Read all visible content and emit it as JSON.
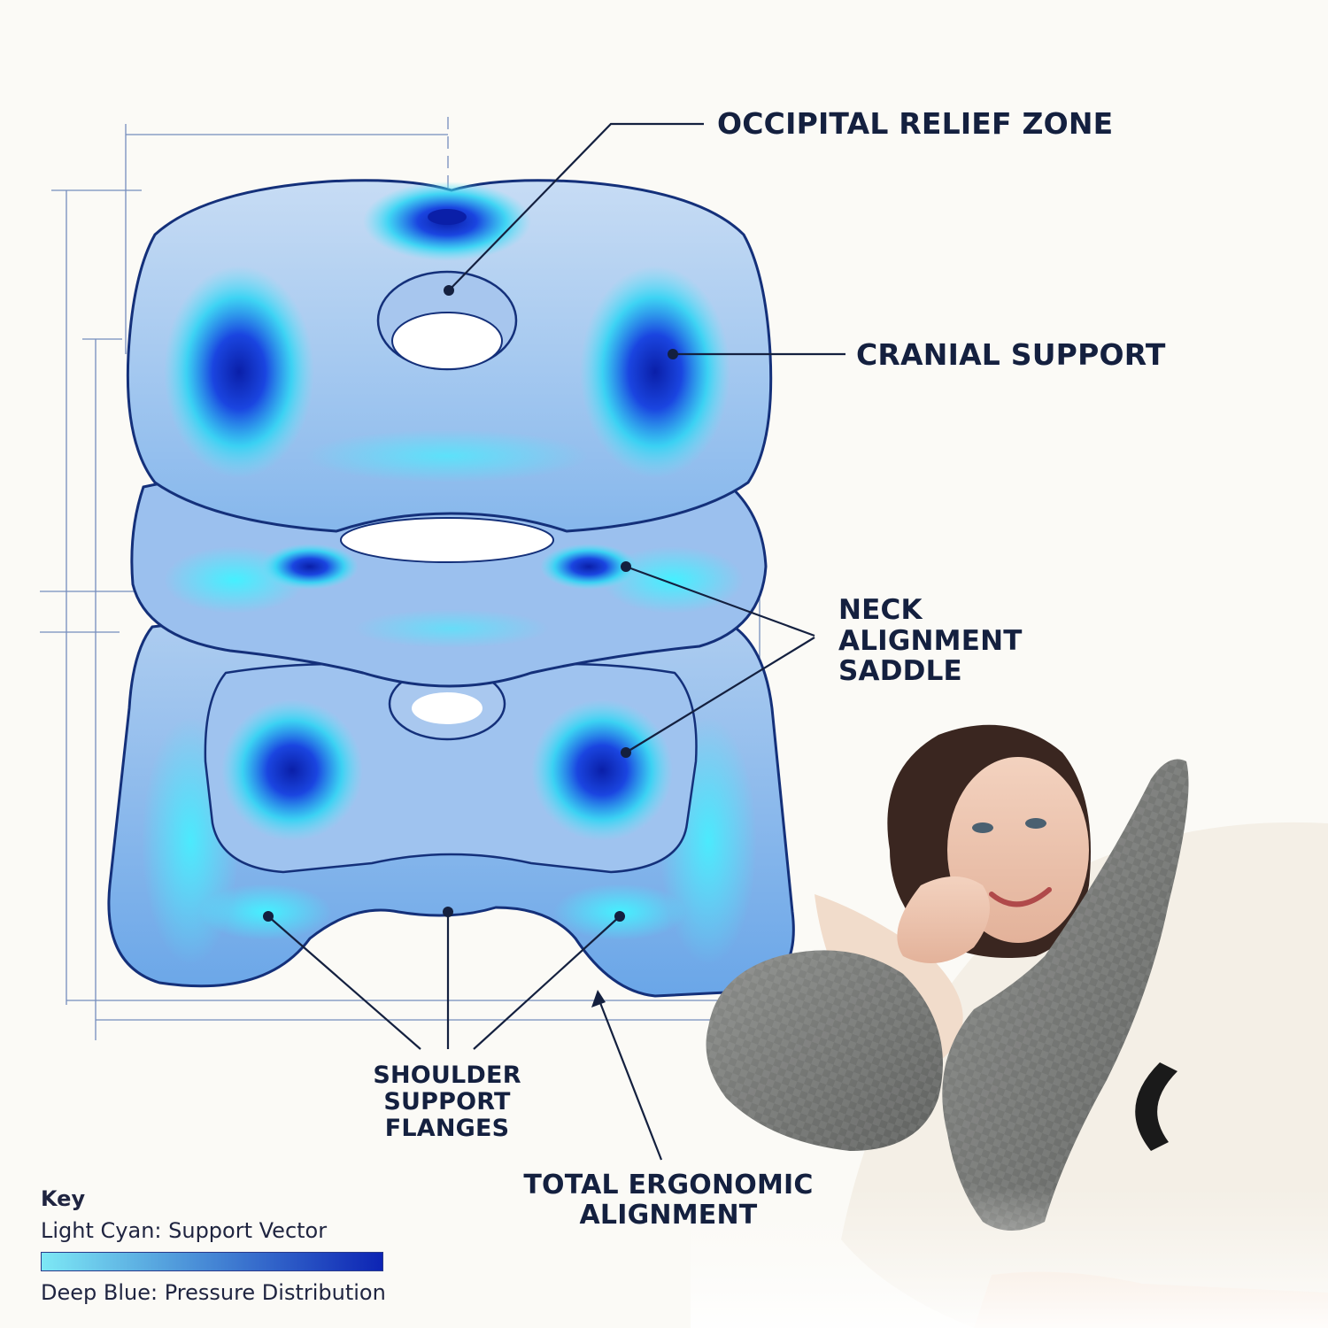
{
  "callouts": {
    "occipital": "OCCIPITAL RELIEF ZONE",
    "cranial": "CRANIAL SUPPORT",
    "neck": "NECK\nALIGNMENT\nSADDLE",
    "shoulder": "SHOULDER\nSUPPORT\nFLANGES",
    "total": "TOTAL ERGONOMIC\nALIGNMENT"
  },
  "key": {
    "title": "Key",
    "entries": [
      "Light Cyan: Support Vector",
      "Deep Blue: Pressure Distribution"
    ],
    "gradient_start": "#7de8f5",
    "gradient_end": "#0d24b4"
  },
  "colors": {
    "leader_line": "#14203f",
    "cushion_outline": "#14307a",
    "pillow": "#7b7d7b"
  }
}
